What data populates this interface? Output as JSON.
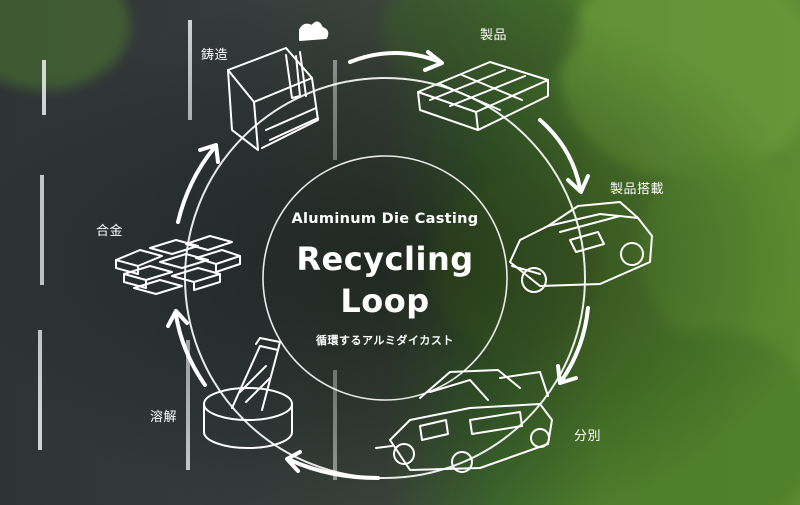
{
  "center": {
    "subtitle": "Aluminum Die Casting",
    "title_line1": "Recycling",
    "title_line2": "Loop",
    "caption": "循環するアルミダイカスト"
  },
  "steps": [
    {
      "label": "鋳造",
      "icon": "die-casting-machine-icon"
    },
    {
      "label": "製品",
      "icon": "aluminum-product-frame-icon"
    },
    {
      "label": "製品搭載",
      "icon": "car-with-product-icon"
    },
    {
      "label": "分別",
      "icon": "car-dismantling-icon"
    },
    {
      "label": "溶解",
      "icon": "melting-furnace-icon"
    },
    {
      "label": "合金",
      "icon": "alloy-ingots-icon"
    }
  ],
  "colors": {
    "line": "#ffffff",
    "road": "#343a3b",
    "foliage": "#5c8a32"
  }
}
